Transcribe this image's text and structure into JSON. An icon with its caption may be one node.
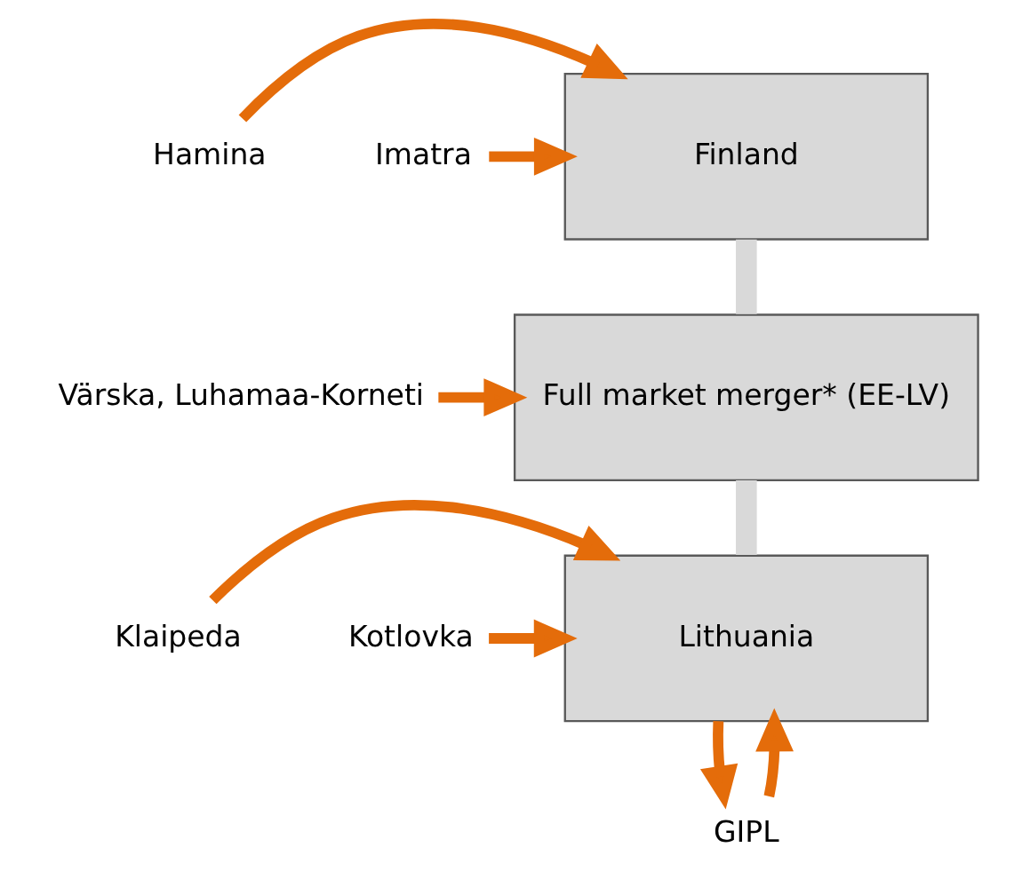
{
  "diagram": {
    "nodes": [
      {
        "text": [
          "Hamina"
        ]
      },
      {
        "text": [
          "Finland"
        ]
      },
      {
        "text": [
          "Imatra"
        ]
      },
      {
        "text": [
          "Full market merger* (EE-LV)"
        ]
      },
      {
        "text": [
          "Värska, Luhamaa-Korneti"
        ]
      },
      {
        "text": [
          "Klaipeda"
        ]
      },
      {
        "text": [
          "Lithuania"
        ]
      },
      {
        "text": [
          "Kotlovka"
        ]
      },
      {
        "text": [
          "GIPL"
        ]
      }
    ],
    "edges": [
      {
        "from": 0,
        "to": 1,
        "arrow": "to"
      },
      {
        "from": 2,
        "to": 1,
        "arrow": "to"
      },
      {
        "from": 1,
        "to": 3,
        "arrow": "none",
        "style": "thick",
        "color": "#d9d9d9"
      },
      {
        "from": 4,
        "to": 3,
        "arrow": "to"
      },
      {
        "from": 3,
        "to": 6,
        "arrow": "none",
        "style": "thick",
        "color": "#d9d9d9"
      },
      {
        "from": 5,
        "to": 6,
        "arrow": "to"
      },
      {
        "from": 7,
        "to": 6,
        "arrow": "to"
      },
      {
        "from": 8,
        "to": 6,
        "arrow": "to"
      },
      {
        "from": 6,
        "to": 8,
        "arrow": "to"
      }
    ]
  }
}
